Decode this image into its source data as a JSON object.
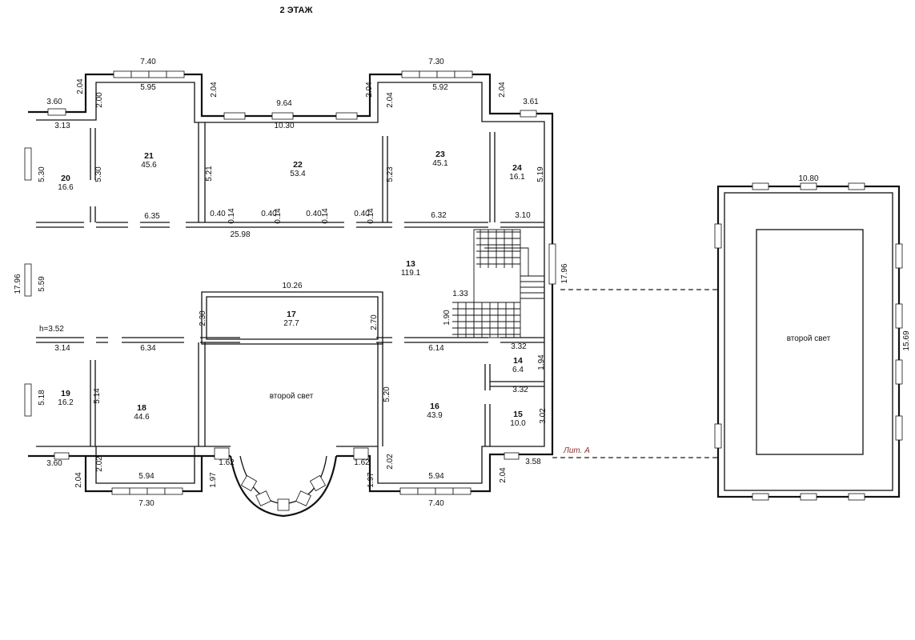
{
  "title": "2 ЭТАЖ",
  "lit_label": "Лит. А",
  "rooms": [
    {
      "id": "20",
      "num": "20",
      "area": "16.6"
    },
    {
      "id": "21",
      "num": "21",
      "area": "45.6"
    },
    {
      "id": "22",
      "num": "22",
      "area": "53.4"
    },
    {
      "id": "23",
      "num": "23",
      "area": "45.1"
    },
    {
      "id": "24",
      "num": "24",
      "area": "16.1"
    },
    {
      "id": "13",
      "num": "13",
      "area": "119.1"
    },
    {
      "id": "17",
      "num": "17",
      "area": "27.7"
    },
    {
      "id": "19",
      "num": "19",
      "area": "16.2"
    },
    {
      "id": "18",
      "num": "18",
      "area": "44.6"
    },
    {
      "id": "16",
      "num": "16",
      "area": "43.9"
    },
    {
      "id": "14",
      "num": "14",
      "area": "6.4"
    },
    {
      "id": "15",
      "num": "15",
      "area": "10.0"
    }
  ],
  "labels": {
    "second_light_main": "второй свет",
    "second_light_annex": "второй свет",
    "height": "h=3.52"
  },
  "dims": [
    "7.40",
    "5.95",
    "2.04",
    "2.00",
    "3.60",
    "3.13",
    "5.30",
    "5.30",
    "2.04",
    "9.64",
    "10.30",
    "5.21",
    "2.04",
    "2.04",
    "7.30",
    "5.92",
    "2.04",
    "3.61",
    "5.23",
    "5.19",
    "0.40",
    "0.14",
    "0.40",
    "0.14",
    "0.40",
    "0.14",
    "0.40",
    "0.14",
    "6.35",
    "6.32",
    "3.10",
    "25.98",
    "17.96",
    "5.59",
    "17.96",
    "1.33",
    "1.90",
    "10.26",
    "2.30",
    "2.70",
    "3.14",
    "6.34",
    "6.14",
    "3.32",
    "1.94",
    "3.32",
    "5.18",
    "5.14",
    "5.20",
    "3.02",
    "3.60",
    "2.02",
    "5.94",
    "2.04",
    "7.30",
    "1.62",
    "1.97",
    "1.62",
    "1.97",
    "2.02",
    "5.94",
    "7.40",
    "2.04",
    "3.58",
    "10.80",
    "15.69"
  ]
}
